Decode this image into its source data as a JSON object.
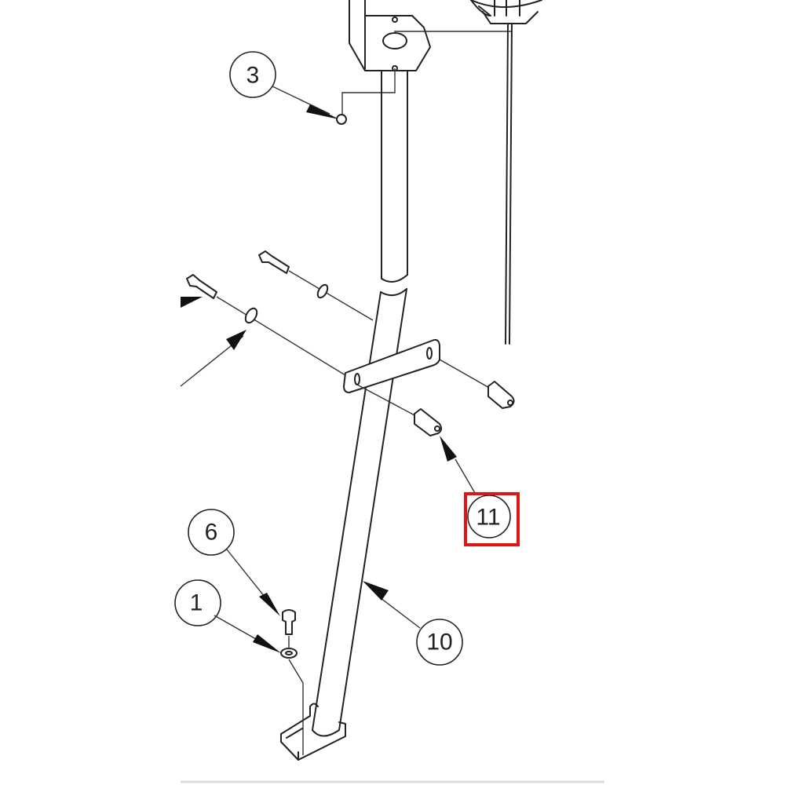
{
  "diagram": {
    "type": "exploded-parts-assembly",
    "callouts": [
      {
        "id": "3",
        "label": "3"
      },
      {
        "id": "6",
        "label": "6"
      },
      {
        "id": "1",
        "label": "1"
      },
      {
        "id": "10",
        "label": "10"
      },
      {
        "id": "11",
        "label": "11",
        "highlighted": true
      }
    ],
    "highlight_color": "#e01414",
    "line_color": "#222222",
    "background": "#ffffff"
  }
}
